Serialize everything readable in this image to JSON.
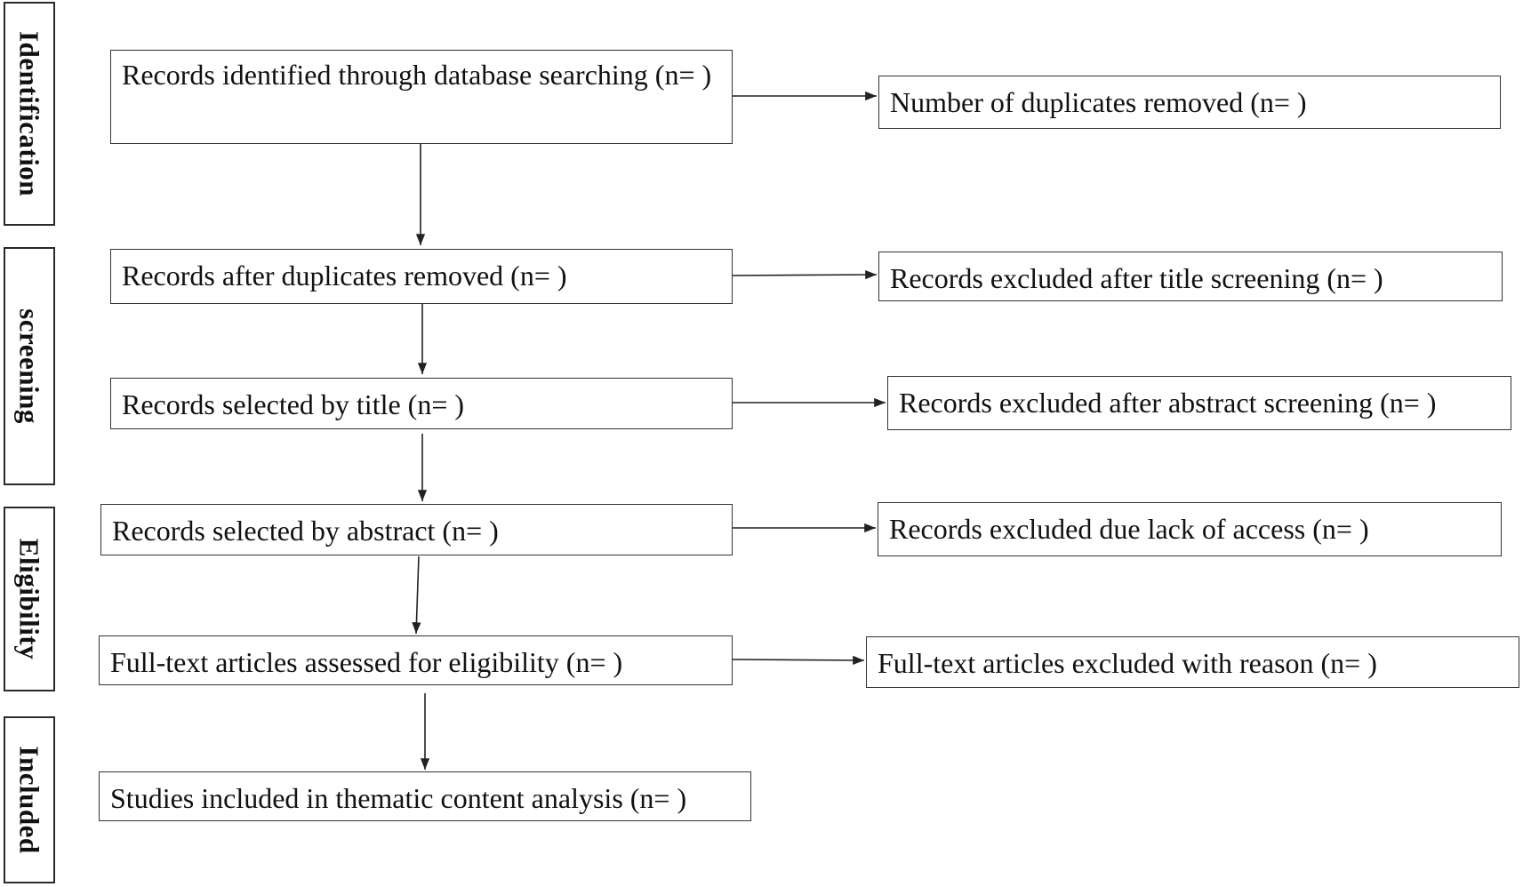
{
  "phases": {
    "identification": "Identification",
    "screening": "screening",
    "eligibility": "Eligibility",
    "included": "Included"
  },
  "main_flow": {
    "identified": "Records identified through database searching (n= )",
    "after_duplicates": "Records after duplicates removed (n= )",
    "selected_title": "Records selected by title (n= )",
    "selected_abstract": "Records selected by abstract (n= )",
    "full_text_assessed": "Full-text articles assessed for eligibility (n= )",
    "studies_included": "Studies included in thematic content analysis (n= )"
  },
  "side_flow": {
    "duplicates_removed": "Number of duplicates removed (n= )",
    "excluded_title": "Records excluded after title screening (n= )",
    "excluded_abstract": "Records excluded after abstract screening (n= )",
    "excluded_access": "Records excluded due lack of access (n= )",
    "full_text_excluded": "Full-text articles excluded with reason (n= )"
  },
  "colors": {
    "line": "#222222",
    "border": "#333333"
  }
}
